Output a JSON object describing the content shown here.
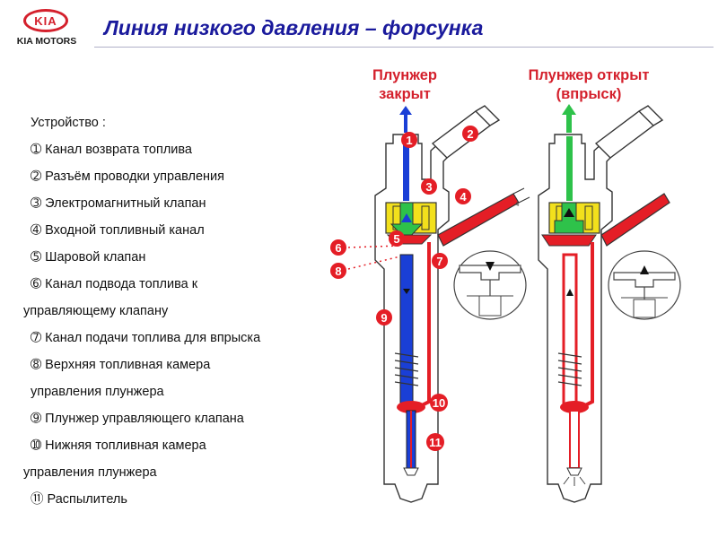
{
  "logo": {
    "emblem": "KIA",
    "name": "KIA MOTORS"
  },
  "title": "Линия низкого давления – форсунка",
  "legend": {
    "heading": "Устройство :",
    "items": [
      "➀ Канал возврата топлива",
      "➁ Разъём проводки управления",
      "➂ Электромагнитный клапан",
      "➃ Входной топливный канал",
      "➄ Шаровой клапан",
      "➅ Канал подвода топлива к",
      "управляющему клапану",
      "➆ Канал подачи топлива для впрыска",
      "➇  Верхняя топливная камера",
      "управления плунжера",
      "➈ Плунжер управляющего клапана",
      "➉ Нижняя топливная камера",
      "управления плунжера",
      "⑪ Распылитель"
    ]
  },
  "states": {
    "closed": "Плунжер\nзакрыт",
    "open": "Плунжер открыт\n(впрыск)"
  },
  "callouts": [
    "1",
    "2",
    "3",
    "4",
    "5",
    "6",
    "7",
    "8",
    "9",
    "10",
    "11"
  ],
  "diagram_small_label": "4",
  "colors": {
    "brand": "#d4202c",
    "title": "#1a1a9c",
    "return_flow": "#1a3fd6",
    "pressure": "#e41e26",
    "solenoid": "#f2e01c",
    "valve_green": "#2ec24a",
    "callout": "#e41e26"
  }
}
